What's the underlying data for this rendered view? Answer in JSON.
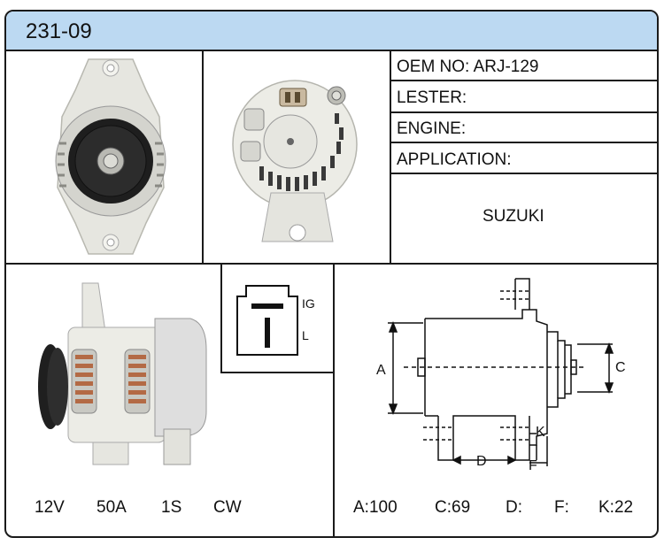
{
  "part_number": "231-09",
  "specs": {
    "oem_label": "OEM NO: ARJ-129",
    "lester_label": "LESTER:",
    "engine_label": "ENGINE:",
    "application_label": "APPLICATION:",
    "application_value": "SUZUKI"
  },
  "connector": {
    "pin_ig": "IG",
    "pin_l": "L"
  },
  "ratings": {
    "voltage": "12V",
    "amperage": "50A",
    "groove": "1S",
    "rotation": "CW"
  },
  "dimensions": {
    "label_a": "A",
    "label_c": "C",
    "label_d": "D",
    "label_f": "F",
    "label_k": "K",
    "values": [
      "A:100",
      "C:69",
      "D:",
      "F:",
      "K:22"
    ]
  },
  "icons": [
    "alternator-front-view",
    "alternator-rear-view",
    "alternator-side-view",
    "connector-plug-icon",
    "dimension-drawing"
  ]
}
